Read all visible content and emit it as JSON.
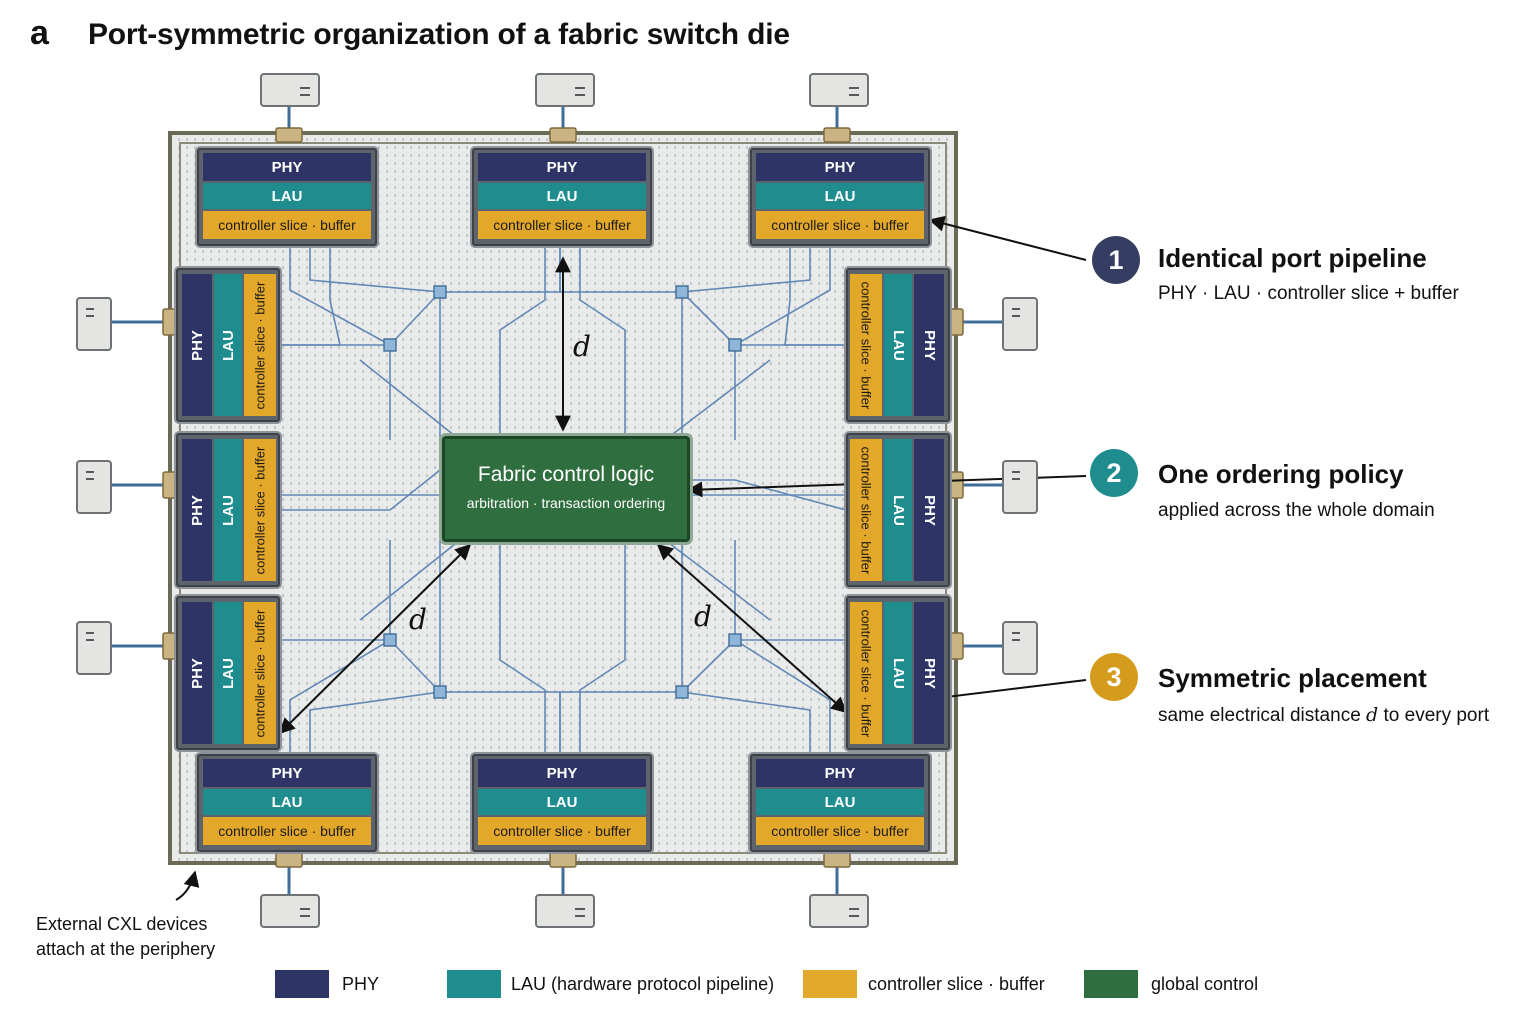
{
  "panel_letter": "a",
  "title": "Port-symmetric organization of a fabric switch die",
  "port_module": {
    "phy": "PHY",
    "lau": "LAU",
    "controller": "controller slice · buffer"
  },
  "fabric": {
    "title": "Fabric control logic",
    "subtitle": "arbitration · transaction ordering"
  },
  "distance_symbol": "d",
  "callouts": [
    {
      "num": "1",
      "title": "Identical port pipeline",
      "desc": "PHY · LAU · controller slice + buffer",
      "color": "#363d63"
    },
    {
      "num": "2",
      "title": "One ordering policy",
      "desc": "applied across the whole domain",
      "color": "#1f8c8e"
    },
    {
      "num": "3",
      "title": "Symmetric placement",
      "desc_before": "same electrical distance ",
      "desc_symbol": "d",
      "desc_after": " to every port",
      "color": "#d59b1c"
    }
  ],
  "periphery_note": [
    "External CXL devices",
    "attach at the periphery"
  ],
  "legend": [
    {
      "label": "PHY",
      "color": "#2e3566"
    },
    {
      "label": "LAU (hardware protocol pipeline)",
      "color": "#1f8c8e"
    },
    {
      "label": "controller slice · buffer",
      "color": "#e3a72a"
    },
    {
      "label": "global control",
      "color": "#2f6e3e"
    }
  ],
  "colors": {
    "phy": "#2e3566",
    "lau": "#1f8c8e",
    "controller": "#e3a72a",
    "global_control": "#2f6e3e",
    "die_frame": "#6b6a56",
    "trace": "#4a78ad"
  }
}
